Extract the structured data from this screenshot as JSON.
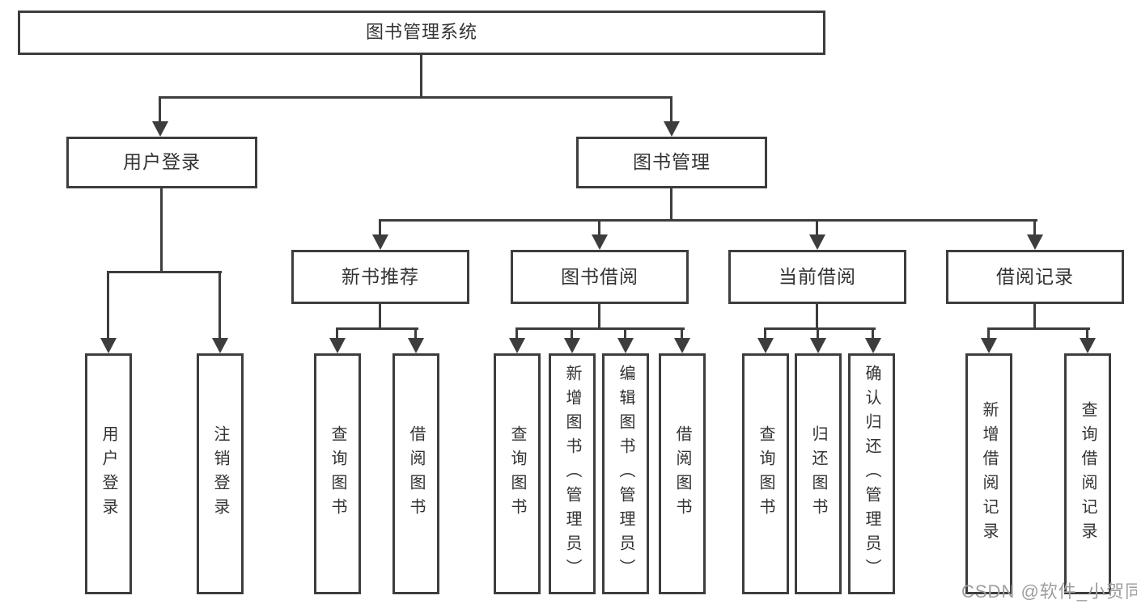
{
  "colors": {
    "line": "#3d3d3d",
    "text": "#333333",
    "watermark": "#9e9e9e",
    "background": "#ffffff"
  },
  "tree": {
    "root": "图书管理系统",
    "branches": [
      {
        "label": "用户登录",
        "children": [
          "用户登录",
          "注销登录"
        ]
      },
      {
        "label": "图书管理",
        "groups": [
          {
            "label": "新书推荐",
            "children": [
              "查询图书",
              "借阅图书"
            ]
          },
          {
            "label": "图书借阅",
            "children": [
              "查询图书",
              "新增图书（管理员）",
              "编辑图书（管理员）",
              "借阅图书"
            ]
          },
          {
            "label": "当前借阅",
            "children": [
              "查询图书",
              "归还图书",
              "确认归还（管理员）"
            ]
          },
          {
            "label": "借阅记录",
            "children": [
              "新增借阅记录",
              "查询借阅记录"
            ]
          }
        ]
      }
    ]
  },
  "watermark": {
    "text": "CSDN @软件_小贺同学"
  }
}
